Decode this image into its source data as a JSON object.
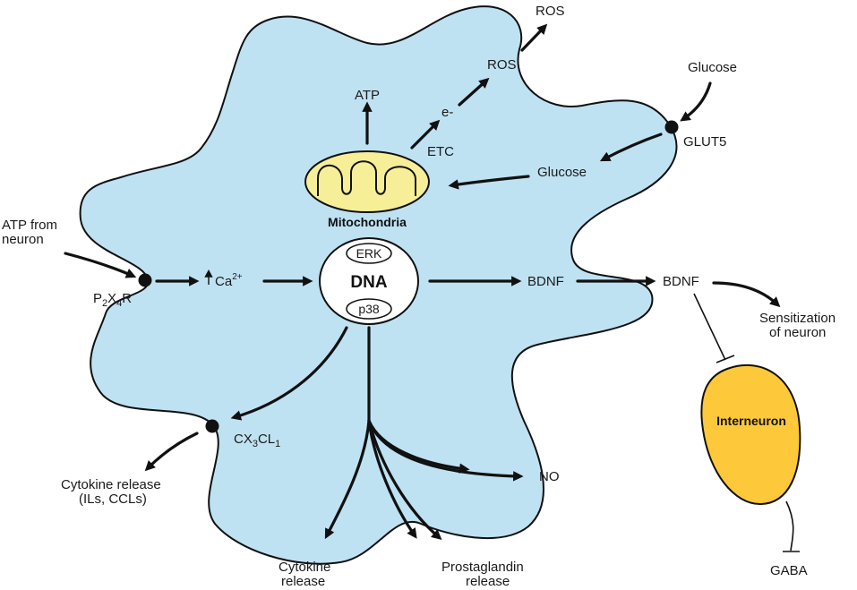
{
  "colors": {
    "cell_fill": "#bfe2f3",
    "outline": "#111111",
    "mitochondria_fill": "#f7ee98",
    "interneuron_fill": "#fdc93b"
  },
  "labels": {
    "ros_outside": "ROS",
    "ros_inside": "ROS",
    "electron": "e-",
    "atp": "ATP",
    "etc": "ETC",
    "glucose_outside": "Glucose",
    "glut5": "GLUT5",
    "glucose_inside": "Glucose",
    "mitochondria": "Mitochondria",
    "atp_from_neuron_line1": "ATP from",
    "atp_from_neuron_line2": "neuron",
    "p2x4r": {
      "a": "P",
      "a_sub": "2",
      "b": "X",
      "b_sub": "4",
      "c": "R"
    },
    "calcium": {
      "base": "Ca",
      "sup": "2+"
    },
    "erk": "ERK",
    "dna": "DNA",
    "p38": "p38",
    "bdnf_inside": "BDNF",
    "bdnf_outside": "BDNF",
    "sensitization_line1": "Sensitization",
    "sensitization_line2": "of neuron",
    "interneuron": "Interneuron",
    "gaba": "GABA",
    "cx3cl1": {
      "a": "CX",
      "a_sub": "3",
      "b": "CL",
      "b_sub": "1"
    },
    "cytokine_ils_line1": "Cytokine release",
    "cytokine_ils_line2": "(ILs, CCLs)",
    "no": "NO",
    "cytokine_release_line1": "Cytokine",
    "cytokine_release_line2": "release",
    "prostaglandin_line1": "Prostaglandin",
    "prostaglandin_line2": "release"
  }
}
